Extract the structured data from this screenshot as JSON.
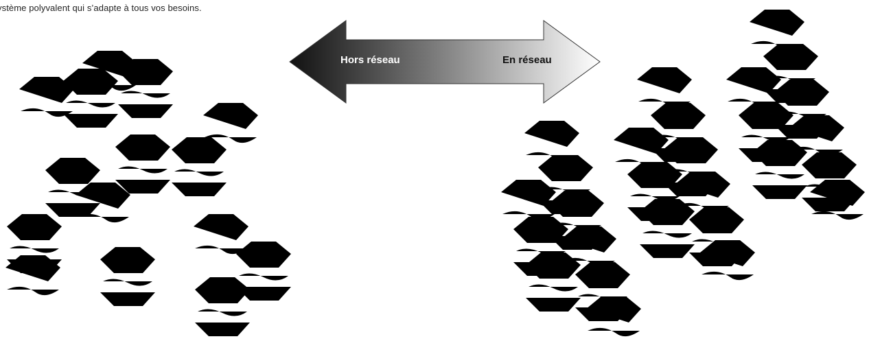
{
  "caption": "ystème polyvalent qui s’adapte à tous vos besoins.",
  "arrow": {
    "left_label": "Hors réseau",
    "right_label": "En réseau"
  },
  "colors": {
    "arrow_dark": "#1a1a1a",
    "arrow_light": "#ffffff",
    "line": "#111111"
  },
  "illustrations": {
    "left": "standalone-pods-illustration",
    "right": "networked-pods-illustration"
  }
}
